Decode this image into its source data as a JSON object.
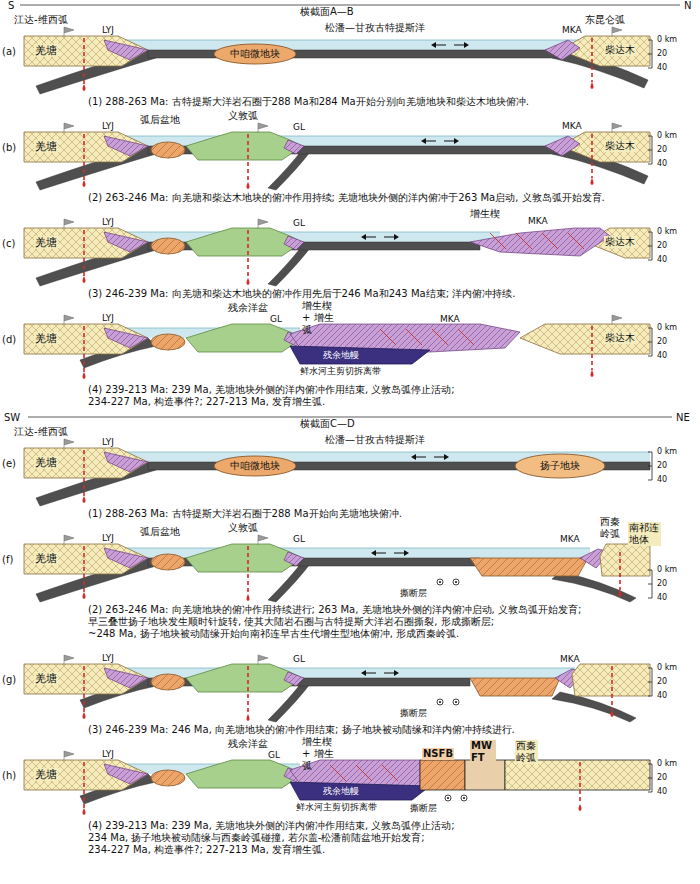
{
  "diagram": {
    "nodes": [
      {
        "text": [
          "中咱微地块"
        ]
      },
      {
        "text": [
          "中咱微地块"
        ]
      },
      {
        "text": [
          "扬子地块"
        ]
      }
    ],
    "labels": [
      "S",
      "横截面A—B",
      "N",
      "(a)",
      "江达-维西弧",
      "LYJ",
      "羌塘",
      "松潘—甘孜古特提斯洋",
      "东昆仑弧",
      "MKA",
      "柴达木",
      "0 km",
      "20",
      "40",
      "(1) 288-263 Ma: 古特提斯大洋岩石圈于288 Ma和284 Ma开始分别向羌塘地块和柴达木地块俯冲.",
      "(b)",
      "羌塘",
      "LYJ",
      "弧后盆地",
      "义敦弧",
      "GL",
      "MKA",
      "柴达木",
      "0 km",
      "20",
      "40",
      "(2) 263-246 Ma: 向羌塘和柴达木地块的俯冲作用持续; 羌塘地块外侧的洋内俯冲于263 Ma启动, 义敦岛弧开始发育.",
      "(c)",
      "羌塘",
      "LYJ",
      "GL",
      "增生楔",
      "MKA",
      "柴达木",
      "0 km",
      "20",
      "40",
      "(3) 246-239 Ma: 向羌塘和柴达木地块的俯冲作用先后于246 Ma和243 Ma结束; 洋内俯冲持续.",
      "(d)",
      "羌塘",
      "LYJ",
      "残余洋盆",
      "增生楔+ 增生弧",
      "GL",
      "MKA",
      "残余地幔",
      "鲜水河主剪切拆离带",
      "柴达木",
      "0 km",
      "20",
      "40",
      "(4) 239-213 Ma: 239 Ma, 羌塘地块外侧的洋内俯冲作用结束, 义敦岛弧停止活动;",
      "234-227 Ma, 构造事件?; 227-213 Ma, 发育增生弧.",
      "SW",
      "横截面C—D",
      "NE",
      "(e)",
      "江达-维西弧",
      "羌塘",
      "LYJ",
      "松潘—甘孜古特提斯洋",
      "0 km",
      "20",
      "40",
      "(1) 288-263 Ma: 古特提斯大洋岩石圈于288 Ma开始向羌塘地块俯冲.",
      "(f)",
      "羌塘",
      "LYJ",
      "弧后盆地",
      "义敦弧",
      "GL",
      "撕断层",
      "MKA",
      "西秦岭弧",
      "南祁连地体",
      "0 km",
      "20",
      "40",
      "(2) 263-246 Ma: 向羌塘地块的俯冲作用持续进行; 263 Ma, 羌塘地块外侧的洋内俯冲启动, 义敦岛弧开始发育;",
      "早三叠世扬子地块发生顺时针旋转, 使其大陆岩石圈与古特提斯大洋岩石圈撕裂, 形成撕断层;",
      "~248 Ma, 扬子地块被动陆缘开始向南祁连早古生代增生型地体俯冲, 形成西秦岭弧.",
      "(g)",
      "羌塘",
      "LYJ",
      "GL",
      "撕断层",
      "MKA",
      "0 km",
      "20",
      "40",
      "(3) 246-239 Ma: 246 Ma, 向羌塘地块的俯冲作用结束; 扬子地块被动陆缘和洋内俯冲持续进行.",
      "(h)",
      "羌塘",
      "LYJ",
      "残余洋盆",
      "增生楔+ 增生弧",
      "GL",
      "NSFB",
      "MW FT",
      "西秦岭弧",
      "残余地幔",
      "鲜水河主剪切拆离带",
      "撕断层",
      "0 km",
      "20",
      "40",
      "(4) 239-213 Ma: 239 Ma, 羌塘地块外侧的洋内俯冲作用结束, 义敦岛弧停止活动;",
      "234 Ma, 扬子地块被动陆缘与西秦岭弧碰撞, 若尔盖-松潘前陆盆地开始发育;",
      "234-227 Ma, 构造事件?; 227-213 Ma, 发育增生弧."
    ]
  }
}
